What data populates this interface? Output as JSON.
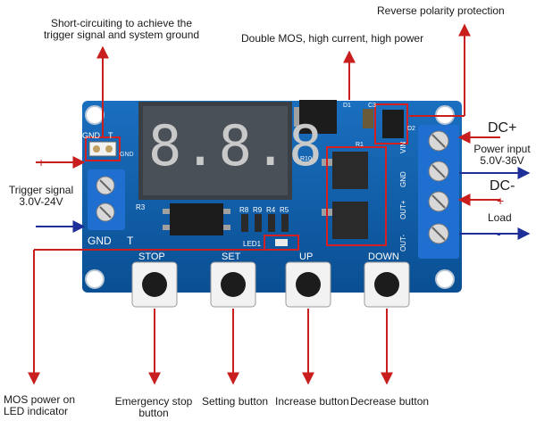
{
  "annotations": {
    "short_circuit": [
      "Short-circuiting to achieve the",
      "trigger signal and system ground"
    ],
    "reverse_polarity": "Reverse polarity protection",
    "double_mos": "Double MOS, high current, high power",
    "dc_plus": "DC+",
    "power_input": [
      "Power input",
      "5.0V-36V"
    ],
    "dc_minus": "DC-",
    "load_plus": "+",
    "load": "Load",
    "load_minus": "-",
    "trigger_plus": "+",
    "trigger_signal": [
      "Trigger signal",
      "3.0V-24V"
    ],
    "trigger_minus": "-",
    "mos_power": [
      "MOS power on",
      "LED indicator"
    ],
    "emergency_stop": [
      "Emergency stop",
      "button"
    ],
    "setting_button": "Setting button",
    "increase_button": "Increase button",
    "decrease_button": "Decrease button"
  },
  "board": {
    "header_gnd": "GND",
    "header_t": "T",
    "header_gnd2": "GND",
    "display": "8.8.8",
    "resistor_r3": "R3",
    "resistors": [
      "R8",
      "R9",
      "R4",
      "R5"
    ],
    "led_label": "LED1",
    "terminal_left": [
      "GND",
      "T"
    ],
    "terminal_right": [
      "VIN",
      "GND",
      "OUT+",
      "OUT-"
    ],
    "component_labels": [
      "D1",
      "C3",
      "D2",
      "R1",
      "R10"
    ],
    "buttons": [
      "STOP",
      "SET",
      "UP",
      "DOWN"
    ]
  },
  "colors": {
    "pcb": "#0b5da8",
    "terminal": "#1e6fd0",
    "arrow": "#c81e1e",
    "arrow_blue": "#1e2f9a",
    "highlight": "#d62020"
  }
}
